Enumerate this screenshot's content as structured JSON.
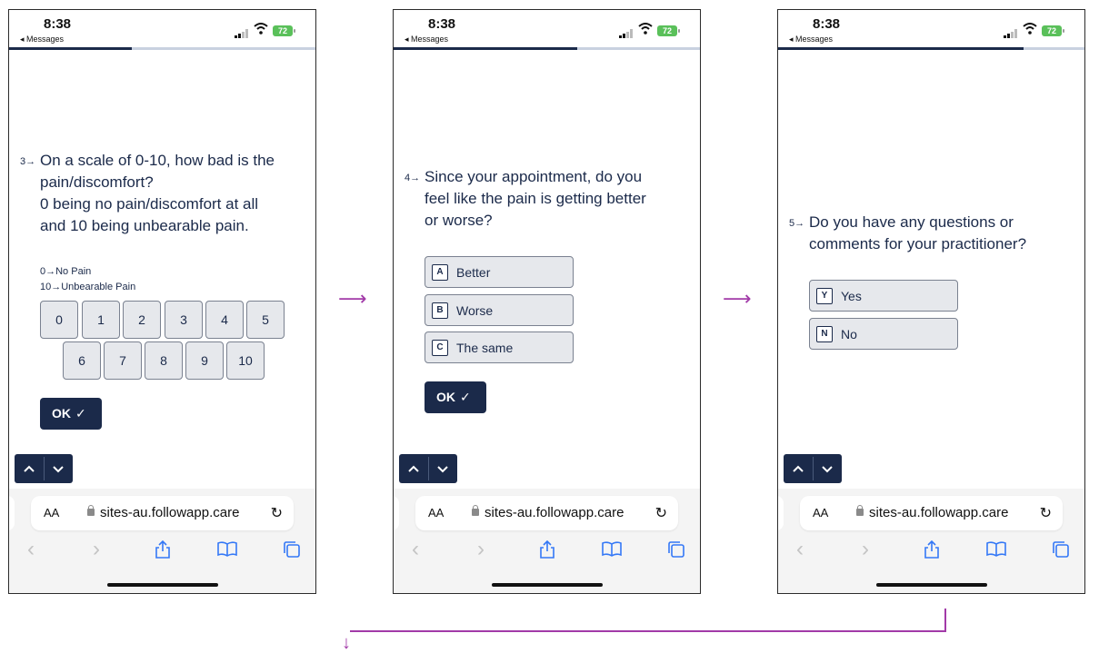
{
  "statusbar": {
    "time": "8:38",
    "back_label": "◂ Messages",
    "battery": "72",
    "signal_icon": "signal-icon",
    "wifi_icon": "wifi-icon",
    "battery_color": "#5ac05a"
  },
  "colors": {
    "primary": "#1b2a4a",
    "option_bg": "#e6e8ec",
    "option_border": "#7a8190",
    "progress_track": "#c9d1e0",
    "arrow": "#a23aa8",
    "safari_blue": "#3478f6"
  },
  "screens": [
    {
      "progress": 0.4,
      "question_number": "3→",
      "question_lines": [
        "On a scale of 0-10, how bad is the",
        "pain/discomfort?",
        "0 being no pain/discomfort at all",
        "and 10 being unbearable pain."
      ],
      "legend": [
        "0→No Pain",
        "10→Unbearable Pain"
      ],
      "scale_row1": [
        "0",
        "1",
        "2",
        "3",
        "4",
        "5"
      ],
      "scale_row2": [
        "6",
        "7",
        "8",
        "9",
        "10"
      ],
      "ok_label": "OK",
      "ok_icon": "check-icon"
    },
    {
      "progress": 0.6,
      "question_number": "4→",
      "question_lines": [
        "Since your appointment, do you",
        "feel like the pain is getting better",
        "or worse?"
      ],
      "options": [
        {
          "key": "A",
          "label": "Better"
        },
        {
          "key": "B",
          "label": "Worse"
        },
        {
          "key": "C",
          "label": "The same"
        }
      ],
      "ok_label": "OK",
      "ok_icon": "check-icon"
    },
    {
      "progress": 0.8,
      "question_number": "5→",
      "question_lines": [
        "Do you have any questions or",
        "comments for your practitioner?"
      ],
      "options": [
        {
          "key": "Y",
          "label": "Yes"
        },
        {
          "key": "N",
          "label": "No"
        }
      ]
    }
  ],
  "nav": {
    "up_icon": "chevron-up-icon",
    "down_icon": "chevron-down-icon",
    "up_glyph": "^",
    "down_glyph": "˅"
  },
  "safari": {
    "aa_label": "AA",
    "url": "sites-au.followapp.care",
    "lock_icon": "lock-icon",
    "reload_icon": "reload-icon",
    "toolbar_icons": [
      "back-icon",
      "forward-icon",
      "share-icon",
      "bookmarks-icon",
      "tabs-icon"
    ]
  },
  "flow_arrows": {
    "right_glyph": "⟶",
    "down_glyph": "↓"
  }
}
